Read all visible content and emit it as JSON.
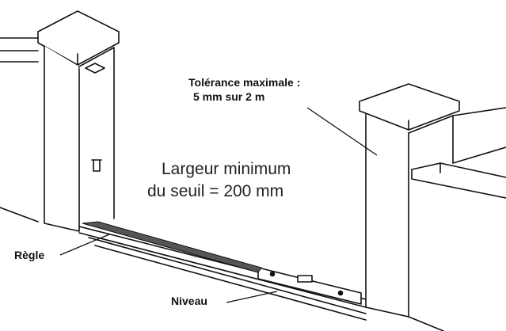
{
  "labels": {
    "tolerance_line1": "Tolérance maximale :",
    "tolerance_line2": "5 mm sur 2 m",
    "width_line1": "Largeur minimum",
    "width_line2": "du seuil = 200 mm",
    "regle": "Règle",
    "niveau": "Niveau"
  },
  "colors": {
    "ink": "#111111",
    "background": "#ffffff",
    "rule_fill": "#555555"
  }
}
